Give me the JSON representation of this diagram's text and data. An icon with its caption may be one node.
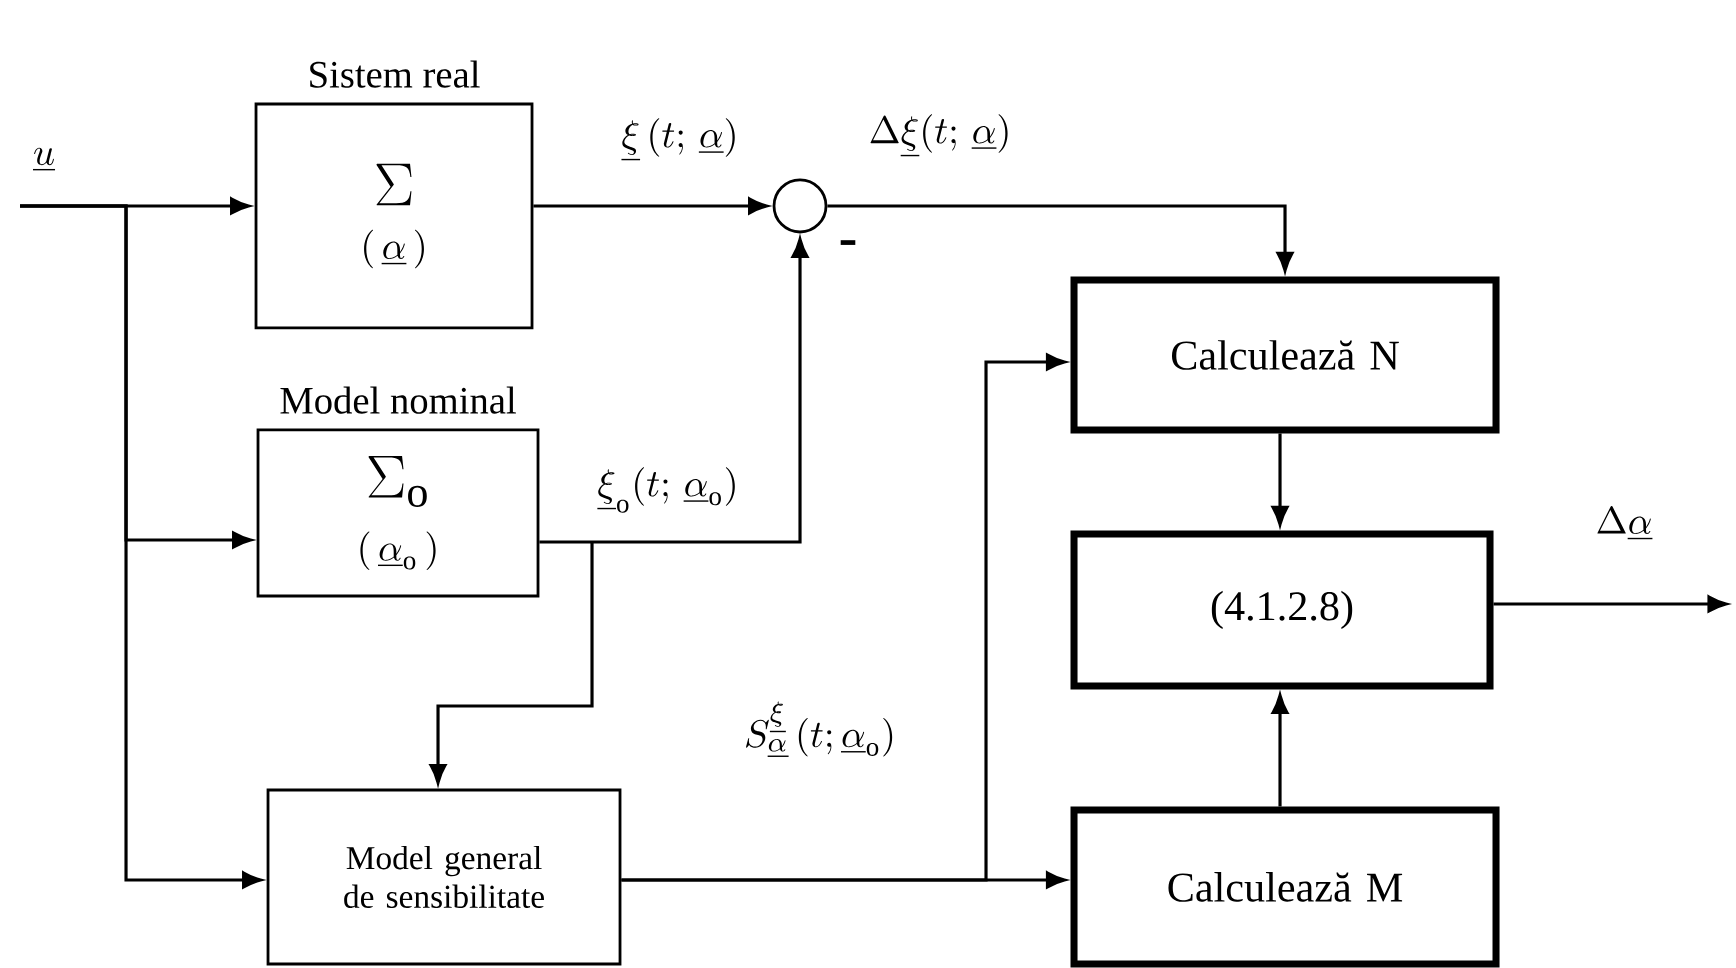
{
  "diagram": {
    "nodes": [
      {
        "text": [
          "Sistem real",
          "\\Sigma",
          "(\\,\\underline{\\alpha}\\,)"
        ]
      },
      {
        "text": [
          "Model nominal",
          "\\Sigma_{\\mathrm{o}}",
          "(\\,\\underline{\\alpha}_{\\mathrm{o}}\\,)"
        ]
      },
      {
        "text": [],
        "shape": "circle"
      },
      {
        "text": [
          "Model general de sensibilitate"
        ]
      },
      {
        "text": [
          "Calculează N"
        ]
      },
      {
        "text": [
          "(4.1.2.8)"
        ]
      },
      {
        "text": [
          "Calculează M"
        ]
      }
    ],
    "edges": [
      {
        "from": null,
        "to": 0,
        "arrow": "to",
        "label": "\\underline{u}"
      },
      {
        "from": null,
        "to": 1,
        "arrow": "to"
      },
      {
        "from": null,
        "to": 3,
        "arrow": "to"
      },
      {
        "from": 0,
        "to": 2,
        "arrow": "to",
        "label": "\\underline{\\xi}\\,(t;\\,\\underline{\\alpha})"
      },
      {
        "from": 1,
        "to": 2,
        "arrow": "to",
        "label": "\\underline{\\xi}_{\\mathrm{o}}(t;\\,\\underline{\\alpha}_{\\mathrm{o}})"
      },
      {
        "from": 1,
        "to": 3,
        "arrow": "to"
      },
      {
        "from": 2,
        "to": 4,
        "arrow": "to",
        "label": "\\Delta\\underline{\\xi}(t;\\,\\underline{\\alpha})"
      },
      {
        "from": 3,
        "to": 6,
        "arrow": "to",
        "label": "S^{\\underline{\\xi}}_{\\underline{\\alpha}}\\,(t;\\underline{\\alpha}_{\\mathrm{o}})"
      },
      {
        "from": 3,
        "to": 4,
        "arrow": "to"
      },
      {
        "from": 4,
        "to": 5,
        "arrow": "to"
      },
      {
        "from": 6,
        "to": 5,
        "arrow": "to"
      },
      {
        "from": 5,
        "to": null,
        "arrow": "to",
        "label": "\\Delta\\underline{\\alpha}"
      }
    ],
    "labels": [
      "-"
    ]
  }
}
